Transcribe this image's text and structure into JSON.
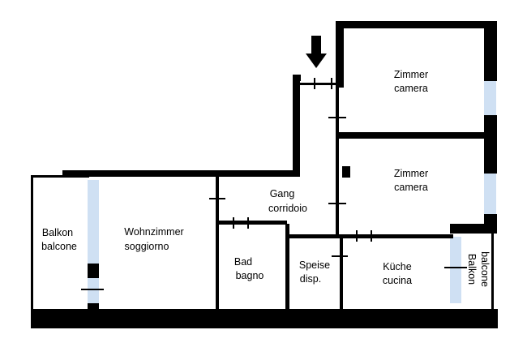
{
  "colors": {
    "wall": "#000000",
    "window": "#cfe0f3",
    "background": "#ffffff",
    "entrance_arrow": "#000000"
  },
  "icons": {
    "entrance": "arrow-down-icon",
    "door": "door-swing-mark"
  },
  "rooms": {
    "room_top": {
      "line1": "Zimmer",
      "line2": "camera"
    },
    "room_middle": {
      "line1": "Zimmer",
      "line2": "camera"
    },
    "corridor": {
      "line1": "Gang",
      "line2": "corridoio"
    },
    "living": {
      "line1": "Wohnzimmer",
      "line2": "soggiorno"
    },
    "balcony_left": {
      "line1": "Balkon",
      "line2": "balcone"
    },
    "bath": {
      "line1": "Bad",
      "line2": "bagno"
    },
    "pantry": {
      "line1": "Speise",
      "line2": "disp."
    },
    "kitchen": {
      "line1": "Küche",
      "line2": "cucina"
    },
    "balcony_right": {
      "line1": "Balkon",
      "line2": "balcone"
    }
  }
}
